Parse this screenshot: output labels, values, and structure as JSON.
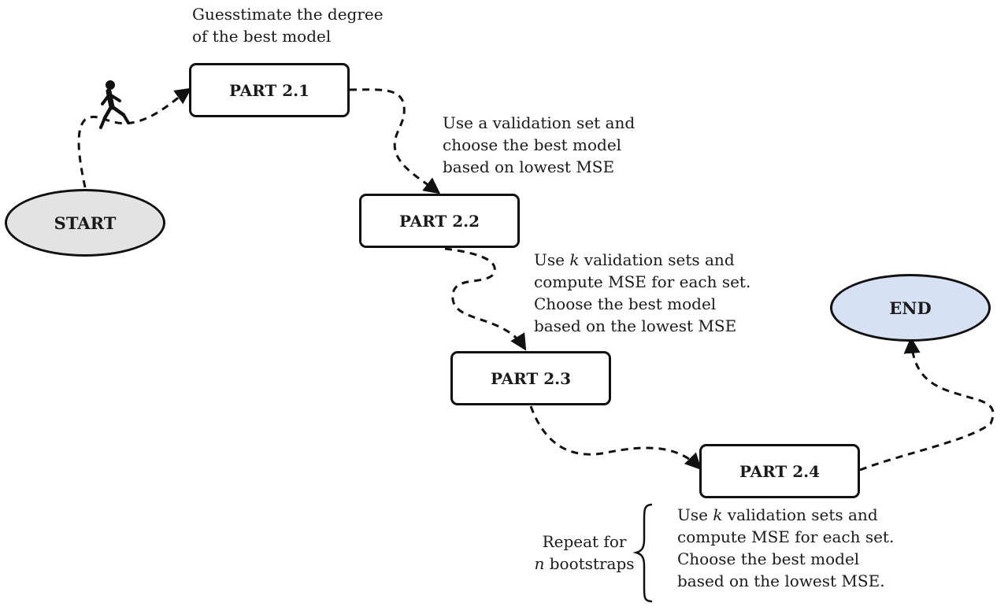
{
  "nodes": {
    "start": "START",
    "end": "END",
    "part_2_1": "PART 2.1",
    "part_2_2": "PART 2.2",
    "part_2_3": "PART 2.3",
    "part_2_4": "PART 2.4"
  },
  "notes": {
    "part_2_1": [
      "Guesstimate the degree",
      "of the best model"
    ],
    "part_2_2": [
      "Use a validation set and",
      "choose the best model",
      "based on lowest MSE"
    ],
    "part_2_3": {
      "line1_before": "Use ",
      "line1_var": "k",
      "line1_after": " validation sets and",
      "line2": "compute MSE for each set.",
      "line3": "Choose the best model",
      "line4": "based on the lowest MSE"
    },
    "part_2_4": {
      "line1_before": "Use ",
      "line1_var": "k",
      "line1_after": " validation sets and",
      "line2": "compute MSE for each set.",
      "line3": "Choose the best model",
      "line4": "based on the lowest MSE."
    },
    "repeat": {
      "line1": "Repeat for",
      "line2_var": "n",
      "line2_after": " bootstraps"
    }
  },
  "colors": {
    "start_fill": "#e3e3e3",
    "end_fill": "#d6e2f3",
    "stroke": "#111111"
  },
  "icons": [
    "walking-person-icon",
    "curly-brace"
  ]
}
